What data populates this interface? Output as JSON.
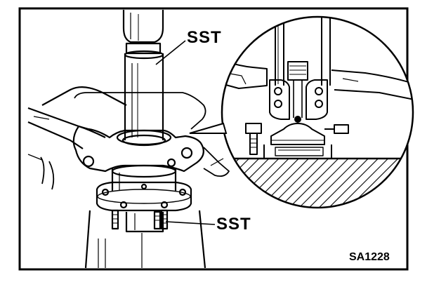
{
  "labels": {
    "sst_top": "SST",
    "sst_bottom": "SST",
    "figure_code": "SA1228"
  },
  "colors": {
    "ink": "#000000",
    "paper": "#ffffff"
  }
}
